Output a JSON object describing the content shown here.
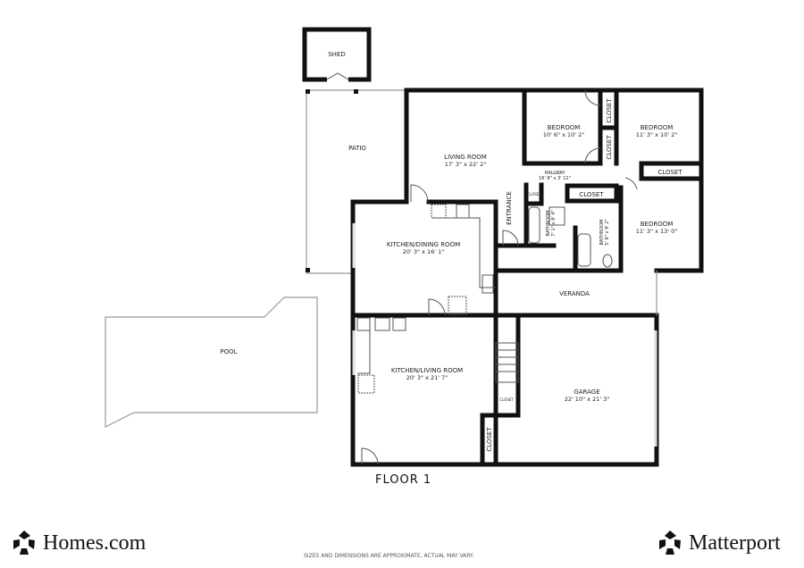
{
  "floor_label": "FLOOR 1",
  "rooms": {
    "shed": {
      "name": "SHED"
    },
    "patio": {
      "name": "PATIO"
    },
    "pool": {
      "name": "POOL"
    },
    "living_room": {
      "name": "LIVING ROOM",
      "dims": "17' 3\" x 22' 2\""
    },
    "bedroom1": {
      "name": "BEDROOM",
      "dims": "10' 6\" x 10' 2\""
    },
    "bedroom2": {
      "name": "BEDROOM",
      "dims": "11' 3\" x 10' 2\""
    },
    "bedroom3": {
      "name": "BEDROOM",
      "dims": "11' 3\" x 13' 0\""
    },
    "hallway": {
      "name": "HALLWAY",
      "dims": "16' 8\" x 3' 11\""
    },
    "bathroom1": {
      "name": "BATHROOM",
      "dims": "7' 1\" x 8' 4\""
    },
    "bathroom2": {
      "name": "BATHROOM",
      "dims": "5' 8\" x 9' 2\""
    },
    "entrance": {
      "name": "ENTRANCE"
    },
    "kitchen_dining": {
      "name": "KITCHEN/DINING ROOM",
      "dims": "20' 3\" x 16' 1\""
    },
    "kitchen_living": {
      "name": "KITCHEN/LIVING ROOM",
      "dims": "20' 3\" x 21' 7\""
    },
    "veranda": {
      "name": "VERANDA"
    },
    "garage": {
      "name": "GARAGE",
      "dims": "22' 10\" x 21' 3\""
    },
    "closet": "CLOSET"
  },
  "footer": {
    "left_brand": "Homes.com",
    "right_brand": "Matterport",
    "disclaimer": "SIZES AND DIMENSIONS ARE APPROXIMATE, ACTUAL MAY VARY."
  }
}
